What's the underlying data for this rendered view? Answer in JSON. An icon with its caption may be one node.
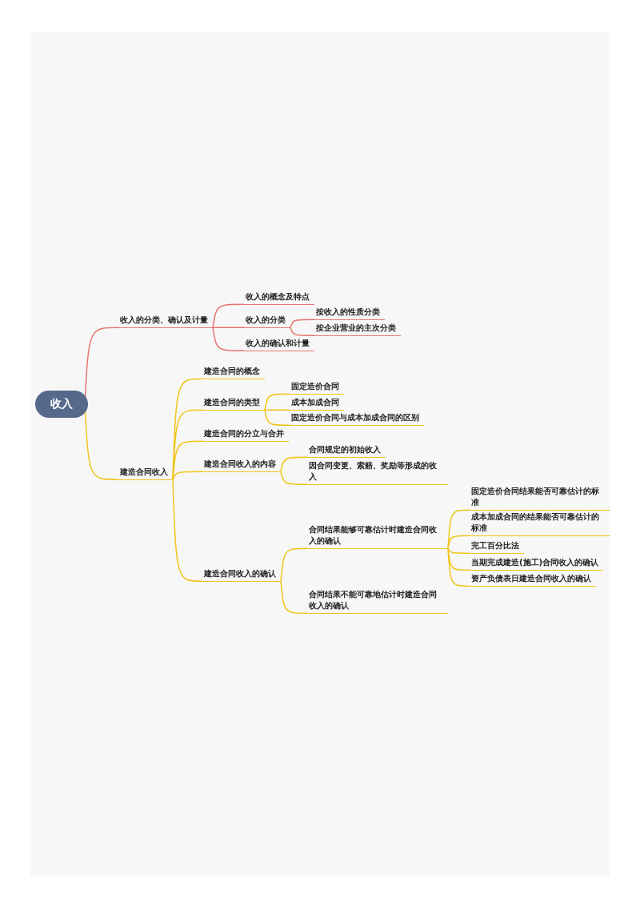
{
  "diagram": {
    "nodes": [
      {
        "text": [
          "收入"
        ]
      },
      {
        "text": [
          "收入的分类、确认及计量"
        ]
      },
      {
        "text": [
          "收入的概念及特点"
        ]
      },
      {
        "text": [
          "收入的分类"
        ]
      },
      {
        "text": [
          "按收入的性质分类"
        ]
      },
      {
        "text": [
          "按企业营业的主次分类"
        ]
      },
      {
        "text": [
          "收入的确认和计量"
        ]
      },
      {
        "text": [
          "建造合同收入"
        ]
      },
      {
        "text": [
          "建造合同的概念"
        ]
      },
      {
        "text": [
          "建造合同的类型"
        ]
      },
      {
        "text": [
          "固定造价合同"
        ]
      },
      {
        "text": [
          "成本加成合同"
        ]
      },
      {
        "text": [
          "固定造价合同与成本加成合同的区别"
        ]
      },
      {
        "text": [
          "建造合同的分立与合并"
        ]
      },
      {
        "text": [
          "建造合同收入的内容"
        ]
      },
      {
        "text": [
          "合同规定的初始收入"
        ]
      },
      {
        "text": [
          "因合同变更、索赔、奖励等形成的收入"
        ]
      },
      {
        "text": [
          "建造合同收入的确认"
        ]
      },
      {
        "text": [
          "合同结果能够可靠估计时建造合同收入的确认"
        ]
      },
      {
        "text": [
          "固定造价合同结果能否可靠估计的标准"
        ]
      },
      {
        "text": [
          "成本加成合同的结果能否可靠估计的标准"
        ]
      },
      {
        "text": [
          "完工百分比法"
        ]
      },
      {
        "text": [
          "当期完成建造(施工)合同收入的确认"
        ]
      },
      {
        "text": [
          "资产负债表日建造合同收入的确认"
        ]
      },
      {
        "text": [
          "合同结果不能可靠地估计时建造合同收入的确认"
        ]
      }
    ],
    "edges": [
      {
        "from": 0,
        "to": 1,
        "arrow": "none",
        "color": "#e8756f"
      },
      {
        "from": 1,
        "to": 2,
        "arrow": "none",
        "color": "#e8756f"
      },
      {
        "from": 1,
        "to": 3,
        "arrow": "none",
        "color": "#e8756f"
      },
      {
        "from": 3,
        "to": 4,
        "arrow": "none",
        "color": "#e8756f"
      },
      {
        "from": 3,
        "to": 5,
        "arrow": "none",
        "color": "#e8756f"
      },
      {
        "from": 1,
        "to": 6,
        "arrow": "none",
        "color": "#e8756f"
      },
      {
        "from": 0,
        "to": 7,
        "arrow": "none"
      },
      {
        "from": 7,
        "to": 8,
        "arrow": "none"
      },
      {
        "from": 7,
        "to": 9,
        "arrow": "none"
      },
      {
        "from": 9,
        "to": 10,
        "arrow": "none"
      },
      {
        "from": 9,
        "to": 11,
        "arrow": "none"
      },
      {
        "from": 9,
        "to": 12,
        "arrow": "none"
      },
      {
        "from": 7,
        "to": 13,
        "arrow": "none"
      },
      {
        "from": 7,
        "to": 14,
        "arrow": "none"
      },
      {
        "from": 14,
        "to": 15,
        "arrow": "none"
      },
      {
        "from": 14,
        "to": 16,
        "arrow": "none"
      },
      {
        "from": 7,
        "to": 17,
        "arrow": "none"
      },
      {
        "from": 17,
        "to": 18,
        "arrow": "none"
      },
      {
        "from": 18,
        "to": 19,
        "arrow": "none"
      },
      {
        "from": 18,
        "to": 20,
        "arrow": "none"
      },
      {
        "from": 18,
        "to": 21,
        "arrow": "none"
      },
      {
        "from": 18,
        "to": 22,
        "arrow": "none"
      },
      {
        "from": 18,
        "to": 23,
        "arrow": "none"
      },
      {
        "from": 17,
        "to": 24,
        "arrow": "none"
      }
    ]
  }
}
